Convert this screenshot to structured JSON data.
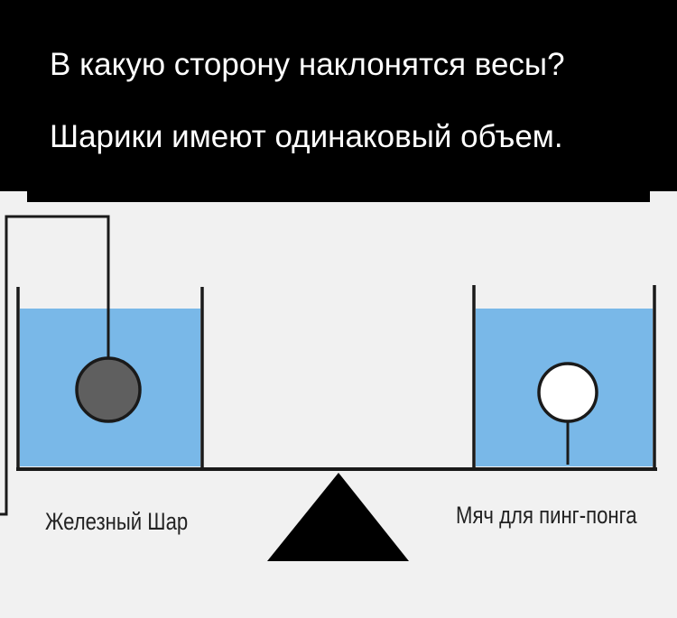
{
  "question": {
    "line1": "В какую сторону наклонятся весы?",
    "line2": "Шарики имеют одинаковый объем."
  },
  "left_item": {
    "label": "Железный Шар",
    "ball_color": "#5f5f5f"
  },
  "right_item": {
    "label": "Мяч для пинг-понга",
    "ball_color": "#ffffff"
  },
  "colors": {
    "water": "#79b8e8",
    "header_bg": "#000000",
    "header_text": "#ffffff",
    "background": "#f1f1f1",
    "stroke": "#1a1a1a"
  }
}
